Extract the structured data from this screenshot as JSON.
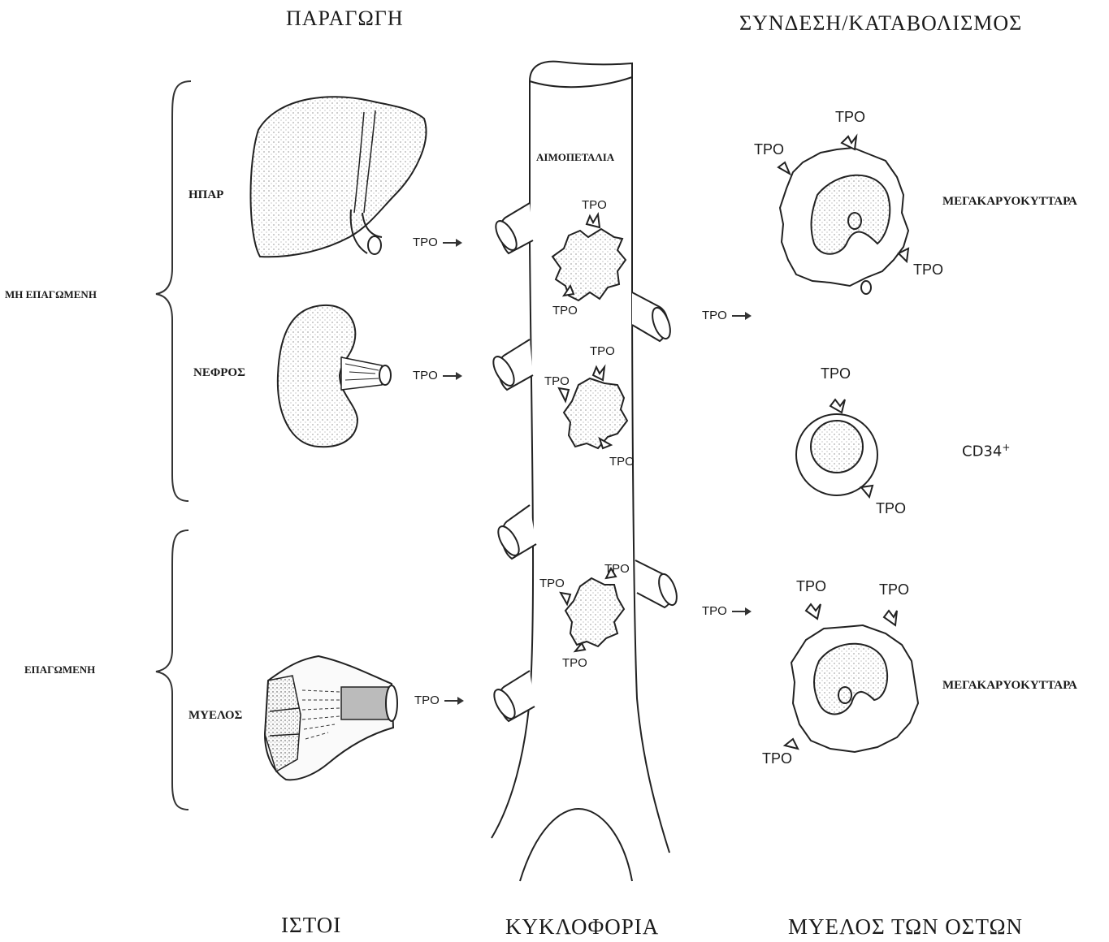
{
  "headers": {
    "production": "ΠΑΡΑΓΩΓΗ",
    "binding": "ΣΥΝΔΕΣΗ/ΚΑΤΑΒΟΛΙΣΜΟΣ"
  },
  "groups": {
    "non_inducible": "ΜΗ ΕΠΑΓΩΜΕΝΗ",
    "inducible": "ΕΠΑΓΩΜΕΝΗ"
  },
  "organs": {
    "liver": "ΗΠΑΡ",
    "kidney": "ΝΕΦΡΟΣ",
    "marrow": "ΜΥΕΛΟΣ"
  },
  "vessel": {
    "platelets": "ΑΙΜΟΠΕΤΑΛΙΑ"
  },
  "cells": {
    "megakaryocytes_top": "ΜΕΓΑΚΑΡΥΟΚΥΤΤΑΡΑ",
    "cd34": "CD34",
    "cd34_sup": "+",
    "megakaryocytes_bottom": "ΜΕΓΑΚΑΡΥΟΚΥΤΤΑΡΑ"
  },
  "tpo": "TPO",
  "footers": {
    "tissues": "ΙΣΤΟΙ",
    "circulation": "ΚΥΚΛΟΦΟΡΙΑ",
    "bone_marrow": "ΜΥΕΛΟΣ ΤΩΝ ΟΣΤΩΝ"
  }
}
